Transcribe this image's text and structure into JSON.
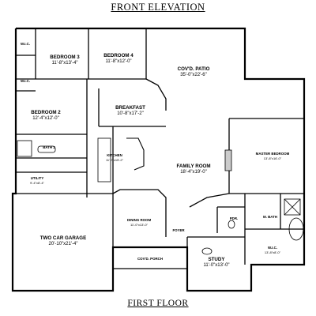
{
  "title": "FRONT ELEVATION",
  "footer": "FIRST FLOOR",
  "rooms": [
    {
      "id": "bedroom3",
      "name": "BEDROOM 3",
      "dims": "11'-8\"x13'-4\""
    },
    {
      "id": "bedroom4",
      "name": "BEDROOM 4",
      "dims": "11'-8\"x12'-0\""
    },
    {
      "id": "patio",
      "name": "COV'D. PATIO",
      "dims": "35'-0\"x22'-6\""
    },
    {
      "id": "bedroom2",
      "name": "BEDROOM 2",
      "dims": "12'-4\"x12'-0\""
    },
    {
      "id": "breakfast",
      "name": "BREAKFAST",
      "dims": "10'-8\"x17'-2\""
    },
    {
      "id": "bath2",
      "name": "BATH 2",
      "dims": ""
    },
    {
      "id": "kitchen",
      "name": "KITCHEN",
      "dims": "11'-7\"x15'-2\""
    },
    {
      "id": "family",
      "name": "FAMILY ROOM",
      "dims": "18'-4\"x19'-0\""
    },
    {
      "id": "master",
      "name": "MASTER BEDROOM",
      "dims": "13'-8\"x16'-0\""
    },
    {
      "id": "utility",
      "name": "UTILITY",
      "dims": "9'-4\"x8'-4\""
    },
    {
      "id": "dining",
      "name": "DINING ROOM",
      "dims": "11'-0\"x13'-0\""
    },
    {
      "id": "garage",
      "name": "TWO CAR GARAGE",
      "dims": "20'-10\"x21'-4\""
    },
    {
      "id": "foyer",
      "name": "FOYER",
      "dims": ""
    },
    {
      "id": "pdr",
      "name": "PDR.",
      "dims": ""
    },
    {
      "id": "mbath",
      "name": "M. BATH",
      "dims": ""
    },
    {
      "id": "porch",
      "name": "COV'D. PORCH",
      "dims": ""
    },
    {
      "id": "study",
      "name": "STUDY",
      "dims": "11'-0\"x13'-0\""
    },
    {
      "id": "wic_master",
      "name": "W.I.C.",
      "dims": "13'-8\"x8'-0\""
    }
  ],
  "closets": [
    "W.I.C.",
    "W.I.C."
  ]
}
